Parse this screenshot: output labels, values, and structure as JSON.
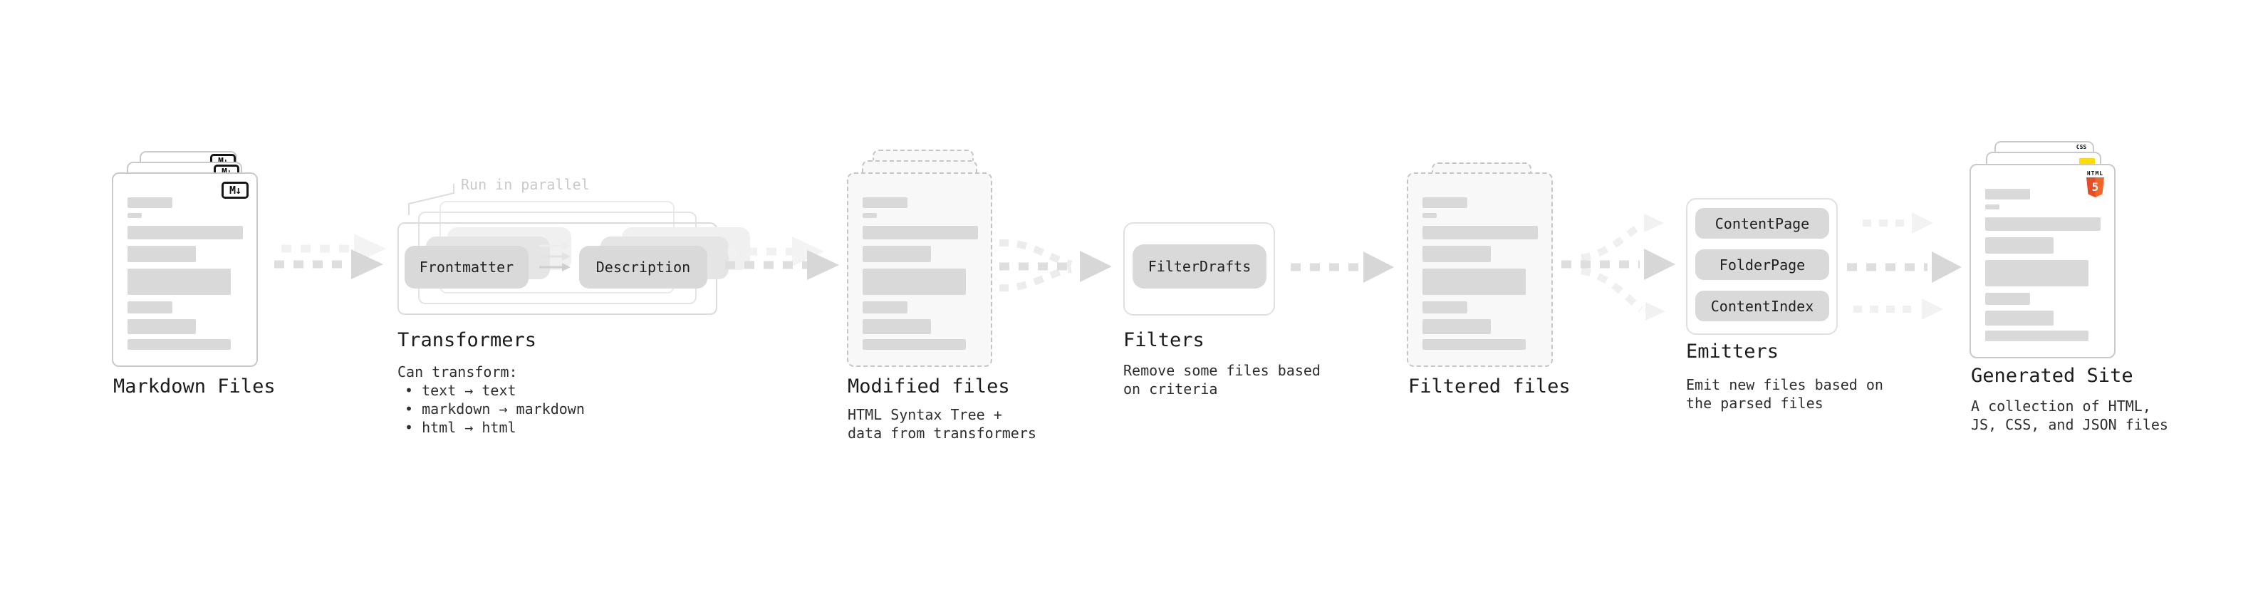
{
  "stages": {
    "markdown": {
      "label": "Markdown Files"
    },
    "transformers": {
      "label": "Transformers",
      "note": "Run in parallel",
      "pills": {
        "frontmatter": "Frontmatter",
        "description": "Description"
      },
      "desc_title": "Can transform:",
      "bullets": {
        "b1": "• text → text",
        "b2": "• markdown → markdown",
        "b3": "• html → html"
      }
    },
    "modified": {
      "label": "Modified files",
      "desc1": "HTML Syntax Tree +",
      "desc2": "data from transformers"
    },
    "filters": {
      "label": "Filters",
      "pill": "FilterDrafts",
      "desc1": "Remove some files based",
      "desc2": "on criteria"
    },
    "filtered": {
      "label": "Filtered files"
    },
    "emitters": {
      "label": "Emitters",
      "pills": {
        "p1": "ContentPage",
        "p2": "FolderPage",
        "p3": "ContentIndex"
      },
      "desc1": "Emit new files based on",
      "desc2": "the parsed files"
    },
    "generated": {
      "label": "Generated Site",
      "desc1": "A collection of HTML,",
      "desc2": "JS, CSS, and JSON files"
    }
  },
  "icons": {
    "markdown": "M↓",
    "css": "CSS",
    "html": "HTML",
    "html5_number": "5"
  },
  "colors": {
    "card_border": "#c9c9c9",
    "placeholder_bar": "#d9d9d9",
    "pill_fill": "#d9d9d9",
    "arrow_gray": "#dedede",
    "note_gray": "#c9c9c9",
    "js_yellow": "#ffdd00",
    "css_blue": "#2965f1",
    "html5_orange": "#e44d26"
  }
}
